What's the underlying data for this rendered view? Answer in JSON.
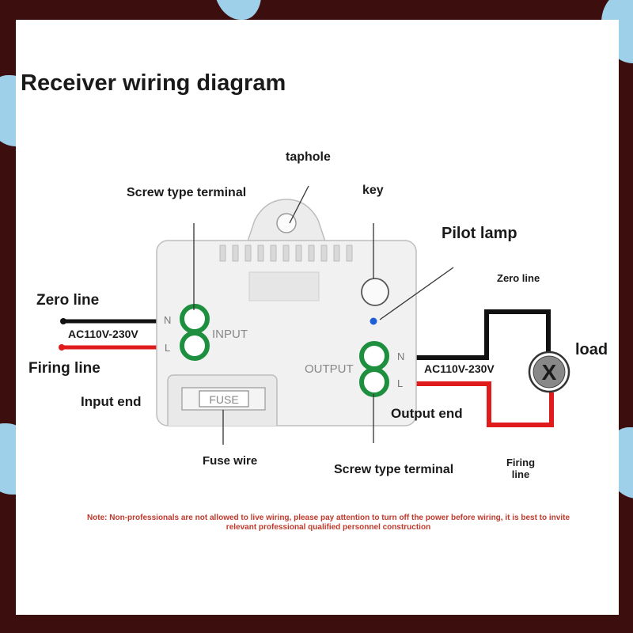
{
  "title": "Receiver wiring diagram",
  "labels": {
    "taphole": "taphole",
    "screw_terminal_top": "Screw type terminal",
    "key": "key",
    "pilot_lamp": "Pilot lamp",
    "zero_line_left": "Zero line",
    "zero_line_right": "Zero line",
    "firing_line_left": "Firing line",
    "firing_right_1": "Firing",
    "firing_right_2": "line",
    "voltage_input": "AC110V-230V",
    "voltage_output": "AC110V-230V",
    "input_end": "Input end",
    "output_end": "Output end",
    "load": "load",
    "fuse_wire": "Fuse wire",
    "screw_terminal_bottom": "Screw type terminal",
    "fuse": "FUSE",
    "input": "INPUT",
    "output": "OUTPUT",
    "n_in": "N",
    "l_in": "L",
    "n_out": "N",
    "l_out": "L",
    "lamp_symbol": "X"
  },
  "note": {
    "line1": "Note: Non-professionals are not allowed to live wiring, please pay attention to turn off the power before wiring, it is best to invite",
    "line2": "relevant professional qualified personnel construction"
  },
  "colors": {
    "neutral_wire": "#111111",
    "live_wire": "#e01b1b",
    "terminal": "#1e8f3e",
    "pilot_lamp": "#1f5fd6",
    "note": "#c0392b",
    "device_body": "#f1f1f1"
  }
}
